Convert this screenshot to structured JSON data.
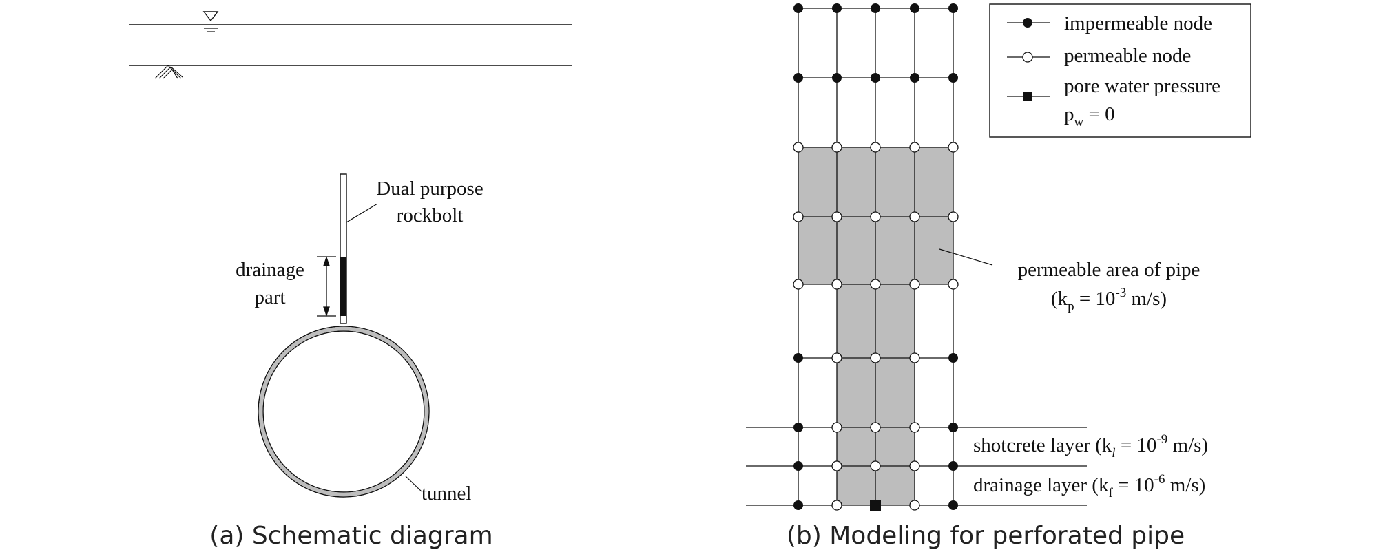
{
  "left_panel": {
    "rockbolt_label_line1": "Dual purpose",
    "rockbolt_label_line2": "rockbolt",
    "drainage_label_line1": "drainage",
    "drainage_label_line2": "part",
    "tunnel_label": "tunnel",
    "caption": "(a) Schematic diagram"
  },
  "right_panel": {
    "legend": {
      "impermeable": "impermeable node",
      "permeable": "permeable node",
      "pore_line1": "pore water pressure",
      "pore_line2_main": "p",
      "pore_line2_sub": "w",
      "pore_line2_rest": " = 0"
    },
    "pipe_area_label_line1": "permeable area of pipe",
    "pipe_area_label_line2_a": "(k",
    "pipe_area_label_line2_sub": "p",
    "pipe_area_label_line2_b": " = 10",
    "pipe_area_label_line2_sup": "-3",
    "pipe_area_label_line2_c": " m/s)",
    "shotcrete_a": "shotcrete layer (k",
    "shotcrete_sub": "l",
    "shotcrete_b": " = 10",
    "shotcrete_sup": "-9",
    "shotcrete_c": " m/s)",
    "drainage_a": "drainage layer (k",
    "drainage_sub": "f",
    "drainage_b": " = 10",
    "drainage_sup": "-6",
    "drainage_c": " m/s)",
    "caption": "(b) Modeling for perforated pipe"
  },
  "colors": {
    "line": "#111111",
    "pipe_fill": "#bdbdbd",
    "tunnel_lining": "#bdbdbd"
  }
}
